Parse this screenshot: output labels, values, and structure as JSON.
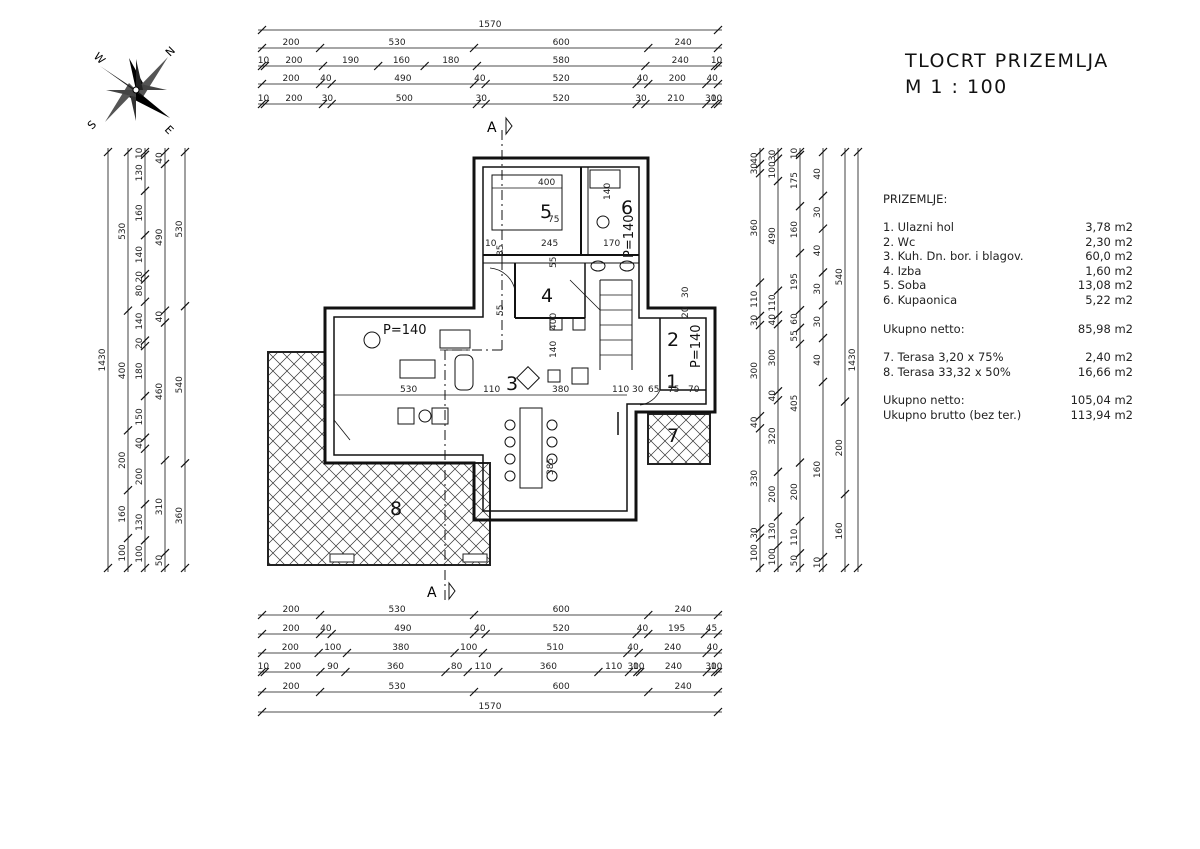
{
  "title": "TLOCRT PRIZEMLJA",
  "scale": "M 1 : 100",
  "compass": {
    "n": "N",
    "s": "S",
    "e": "E",
    "w": "W"
  },
  "section_mark": "A",
  "legend": {
    "heading": "PRIZEMLJE:",
    "rooms": [
      {
        "label": "1. Ulazni hol",
        "area": "3,78 m2"
      },
      {
        "label": "2. Wc",
        "area": "2,30 m2"
      },
      {
        "label": "3. Kuh. Dn. bor. i blagov.",
        "area": "60,0 m2"
      },
      {
        "label": "4. Izba",
        "area": "1,60 m2"
      },
      {
        "label": "5. Soba",
        "area": "13,08 m2"
      },
      {
        "label": "6. Kupaonica",
        "area": "5,22 m2"
      }
    ],
    "net_label": "Ukupno netto:",
    "net_value": "85,98 m2",
    "terraces": [
      {
        "label": "7. Terasa  3,20 x 75%",
        "area": "2,40 m2"
      },
      {
        "label": "8. Terasa 33,32 x 50%",
        "area": "16,66 m2"
      }
    ],
    "total_net_label": "Ukupno netto:",
    "total_net_value": "105,04 m2",
    "total_gross_label": "Ukupno brutto (bez ter.)",
    "total_gross_value": "113,94 m2"
  },
  "room_numbers": [
    "1",
    "2",
    "3",
    "4",
    "5",
    "6",
    "7",
    "8"
  ],
  "parapets": [
    "P=140",
    "P=140",
    "P=140"
  ],
  "inner_dims": [
    "400",
    "75",
    "140",
    "245",
    "170",
    "55",
    "140",
    "400",
    "530",
    "110",
    "380",
    "110",
    "30",
    "65",
    "75",
    "70",
    "385",
    "10",
    "85",
    "55",
    "20",
    "30"
  ],
  "top_dims": [
    [
      "1570"
    ],
    [
      "200",
      "530",
      "600",
      "240"
    ],
    [
      "10",
      "200",
      "190",
      "160",
      "180",
      "580",
      "240",
      "10"
    ],
    [
      "200",
      "40",
      "490",
      "40",
      "520",
      "40",
      "200",
      "40"
    ],
    [
      "10",
      "200",
      "30",
      "500",
      "30",
      "520",
      "30",
      "210",
      "30",
      "10"
    ]
  ],
  "bottom_dims": [
    [
      "200",
      "530",
      "600",
      "240"
    ],
    [
      "200",
      "40",
      "490",
      "40",
      "520",
      "40",
      "195",
      "45"
    ],
    [
      "200",
      "100",
      "380",
      "100",
      "510",
      "40",
      "240",
      "40"
    ],
    [
      "10",
      "200",
      "90",
      "360",
      "80",
      "110",
      "360",
      "110",
      "30",
      "10",
      "240",
      "30",
      "10"
    ],
    [
      "200",
      "530",
      "600",
      "240"
    ],
    [
      "1570"
    ]
  ],
  "left_dims": [
    [
      "1430"
    ],
    [
      "530",
      "400",
      "200",
      "160",
      "100"
    ],
    [
      "10",
      "130",
      "160",
      "140",
      "20",
      "80",
      "140",
      "20",
      "180",
      "150",
      "40",
      "200",
      "130",
      "100"
    ],
    [
      "40",
      "490",
      "40",
      "460",
      "310",
      "50"
    ],
    [
      "530",
      "540",
      "360"
    ]
  ],
  "right_dims": [
    [
      "40",
      "30",
      "360",
      "110",
      "30",
      "300",
      "40",
      "330",
      "30",
      "100"
    ],
    [
      "30",
      "100",
      "490",
      "110",
      "40",
      "300",
      "40",
      "320",
      "200",
      "130",
      "100"
    ],
    [
      "10",
      "175",
      "160",
      "195",
      "60",
      "55",
      "405",
      "200",
      "110",
      "50"
    ],
    [
      "40",
      "30",
      "40",
      "30",
      "30",
      "40",
      "160",
      "10"
    ],
    [
      "540",
      "200",
      "160"
    ],
    [
      "1430"
    ]
  ]
}
